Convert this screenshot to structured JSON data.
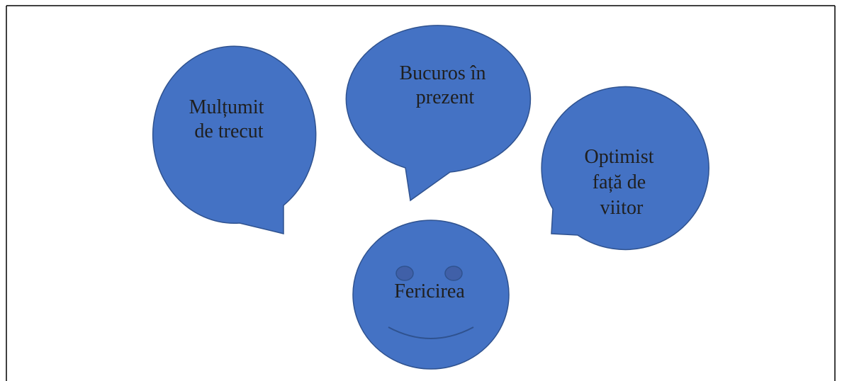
{
  "diagram": {
    "colors": {
      "bubble_fill": "#4472C4",
      "bubble_stroke": "#2F528F",
      "text": "#1f1f1f",
      "border": "#000000"
    },
    "bubbles": [
      {
        "id": "past",
        "lines": [
          "Mulțumit",
          "de trecut"
        ]
      },
      {
        "id": "present",
        "lines": [
          "Bucuros în",
          "prezent"
        ]
      },
      {
        "id": "future",
        "lines": [
          "Optimist",
          "față de",
          "viitor"
        ]
      }
    ],
    "face": {
      "label": "Fericirea"
    }
  }
}
